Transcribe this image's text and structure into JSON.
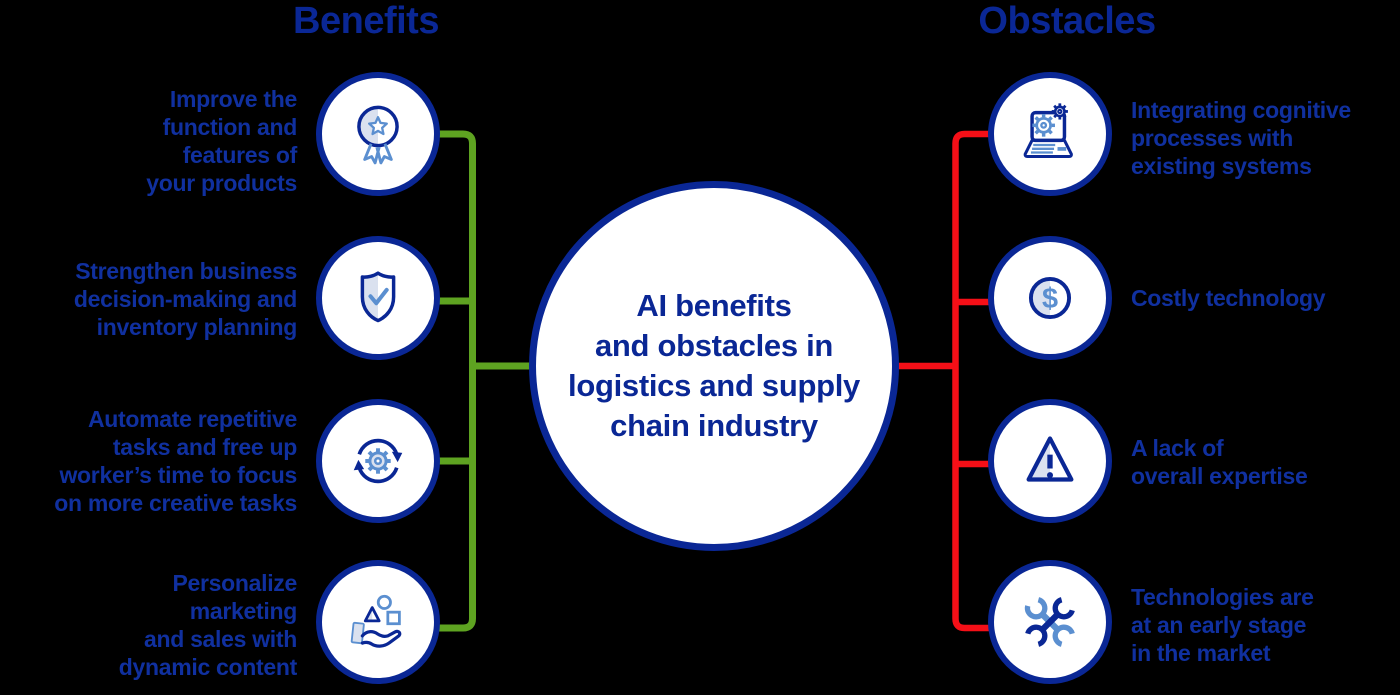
{
  "titles": {
    "benefits": "Benefits",
    "obstacles": "Obstacles"
  },
  "center": {
    "lines": [
      "AI benefits",
      "and obstacles in",
      "logistics and supply",
      "chain industry"
    ]
  },
  "benefits": [
    {
      "icon": "award-medal-icon",
      "lines": [
        "Improve the",
        "function and",
        "features of",
        "your products"
      ]
    },
    {
      "icon": "shield-check-icon",
      "lines": [
        "Strengthen business",
        "decision-making and",
        "inventory planning"
      ]
    },
    {
      "icon": "sync-gear-icon",
      "lines": [
        "Automate repetitive",
        "tasks and free up",
        "worker’s time to focus",
        "on more creative tasks"
      ]
    },
    {
      "icon": "giving-hand-icon",
      "lines": [
        "Personalize",
        "marketing",
        "and sales with",
        "dynamic content"
      ]
    }
  ],
  "obstacles": [
    {
      "icon": "laptop-gears-icon",
      "lines": [
        "Integrating cognitive",
        "processes with",
        "existing systems"
      ]
    },
    {
      "icon": "dollar-coin-icon",
      "lines": [
        "Costly technology"
      ]
    },
    {
      "icon": "warning-triangle-icon",
      "lines": [
        "A lack of",
        "overall expertise"
      ]
    },
    {
      "icon": "crossed-wrenches-icon",
      "lines": [
        "Technologies are",
        "at an early stage",
        "in the market"
      ]
    }
  ],
  "icon_glyphs": {
    "dollar_symbol": "$"
  },
  "colors": {
    "navy": "#0a2795",
    "text-blue": "#10309f",
    "medium-blue": "#5b8fd0",
    "light-fill": "#dae1ef",
    "green": "#5ea321",
    "red": "#f50f17",
    "bg": "#000000",
    "circle-bg": "#ffffff"
  }
}
